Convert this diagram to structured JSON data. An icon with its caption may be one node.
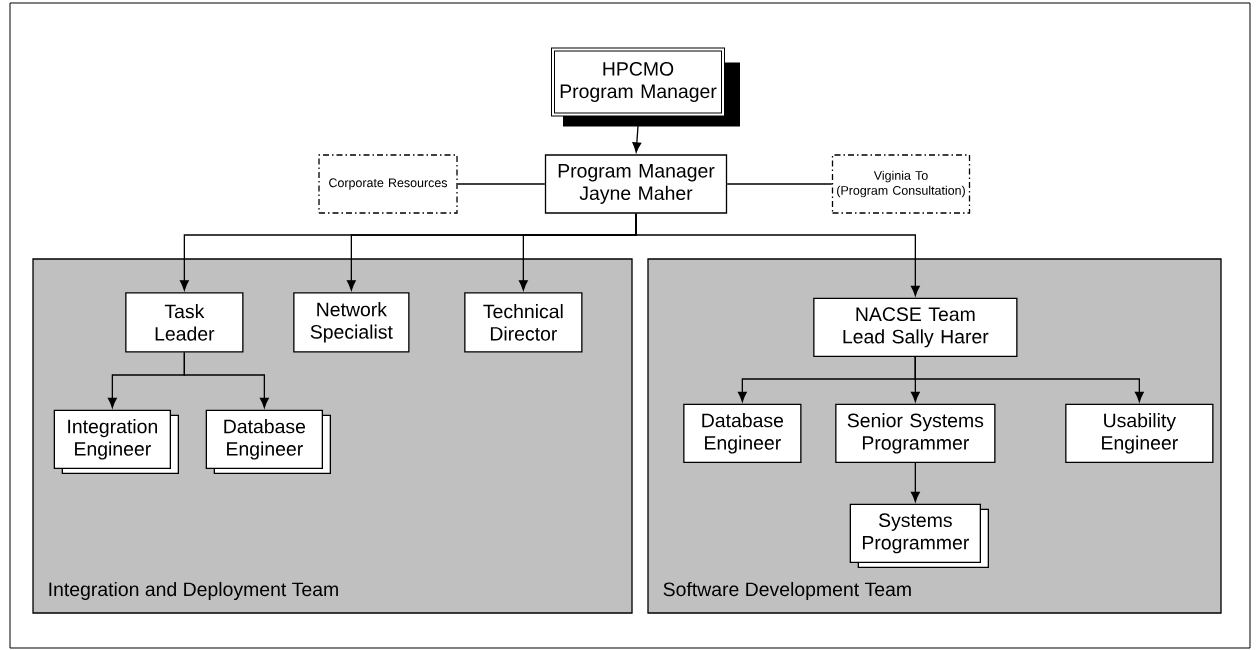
{
  "diagram": {
    "nodes": [
      {
        "text": [
          "HPCMO",
          "Program Manager"
        ]
      },
      {
        "text": [
          "Program Manager Jayne Maher"
        ]
      },
      {
        "text": [
          "Corporate Resources"
        ]
      },
      {
        "text": [
          "Viginia To",
          "(Program Consultation)"
        ]
      },
      {
        "text": [
          "Integration and Deployment Team"
        ]
      },
      {
        "text": [
          "Software Development Team"
        ]
      },
      {
        "text": [
          "Task Leader"
        ],
        "in": 4
      },
      {
        "text": [
          "Network Specialist"
        ],
        "in": 4
      },
      {
        "text": [
          "Technical Director"
        ],
        "in": 4
      },
      {
        "text": [
          "Integration Engineer"
        ],
        "in": 4
      },
      {
        "text": [
          "Database Engineer"
        ],
        "in": 4
      },
      {
        "text": [
          "NACSE Team Lead Sally Harer"
        ],
        "in": 5
      },
      {
        "text": [
          "Database Engineer"
        ],
        "in": 5
      },
      {
        "text": [
          "Senior Systems Programmer"
        ],
        "in": 5
      },
      {
        "text": [
          "Usability Engineer"
        ],
        "in": 5
      },
      {
        "text": [
          "Systems Programmer"
        ],
        "in": 5
      }
    ],
    "edges": [
      {
        "from": 0,
        "to": 1,
        "arrow": "to"
      },
      {
        "from": 1,
        "to": 2,
        "arrow": "none"
      },
      {
        "from": 1,
        "to": 3,
        "arrow": "none"
      },
      {
        "from": 1,
        "to": 6,
        "arrow": "to"
      },
      {
        "from": 1,
        "to": 7,
        "arrow": "to"
      },
      {
        "from": 1,
        "to": 8,
        "arrow": "to"
      },
      {
        "from": 1,
        "to": 11,
        "arrow": "to"
      },
      {
        "from": 6,
        "to": 9,
        "arrow": "to"
      },
      {
        "from": 6,
        "to": 10,
        "arrow": "to"
      },
      {
        "from": 11,
        "to": 12,
        "arrow": "to"
      },
      {
        "from": 11,
        "to": 13,
        "arrow": "to"
      },
      {
        "from": 11,
        "to": 14,
        "arrow": "to"
      },
      {
        "from": 13,
        "to": 15,
        "arrow": "to"
      }
    ]
  }
}
